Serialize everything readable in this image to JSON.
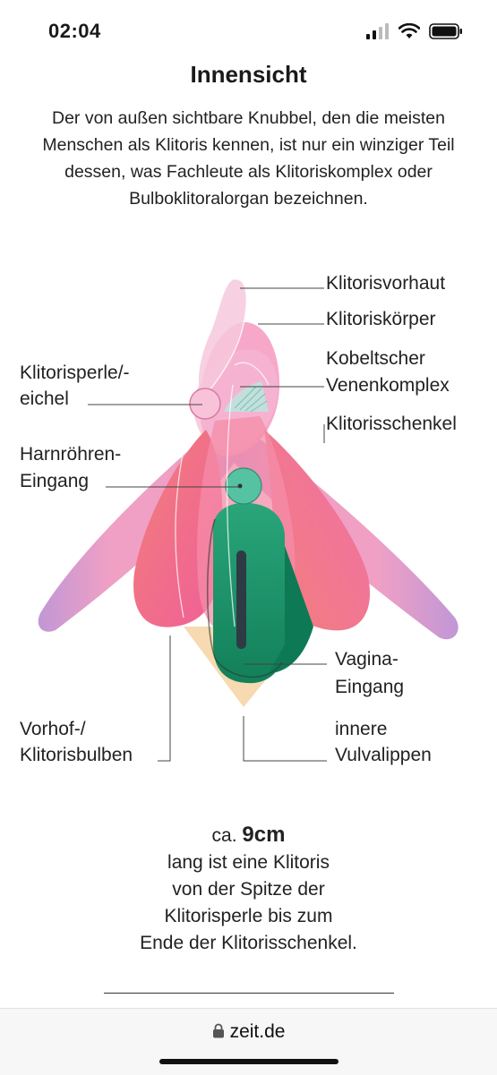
{
  "status": {
    "time": "02:04"
  },
  "page": {
    "title": "Innensicht",
    "intro": "Der von außen sichtbare Knubbel, den die meisten Menschen als Klitoris kennen, ist nur ein winziger Teil dessen, was Fachleute als Klitoriskomplex oder Bulboklitoralorgan bezeichnen."
  },
  "diagram": {
    "labels": {
      "klitorisvorhaut": "Klitorisvorhaut",
      "klitoriskoerper": "Klitoriskörper",
      "kobeltscher_1": "Kobeltscher",
      "kobeltscher_2": "Venenkomplex",
      "klitorisschenkel": "Klitorisschenkel",
      "klitorisperle_1": "Klitorisperle/-",
      "klitorisperle_2": "eichel",
      "harnroehren_1": "Harnröhren-",
      "harnroehren_2": "Eingang",
      "vagina_1": "Vagina-",
      "vagina_2": "Eingang",
      "vorhof_1": "Vorhof-/",
      "vorhof_2": "Klitorisbulben",
      "vulvalippen_1": "innere",
      "vulvalippen_2": "Vulvalippen"
    }
  },
  "stat": {
    "prefix": "ca.",
    "value": "9cm",
    "line1": "lang ist eine Klitoris",
    "line2": "von der Spitze der",
    "line3": "Klitorisperle bis zum",
    "line4": "Ende der Klitorisschenkel."
  },
  "browser": {
    "url": "zeit.de"
  },
  "colors": {
    "pink": "#f29cbf",
    "green": "#1f9a6e",
    "lavender": "#c89ad0",
    "peach": "#f7d9b2"
  }
}
